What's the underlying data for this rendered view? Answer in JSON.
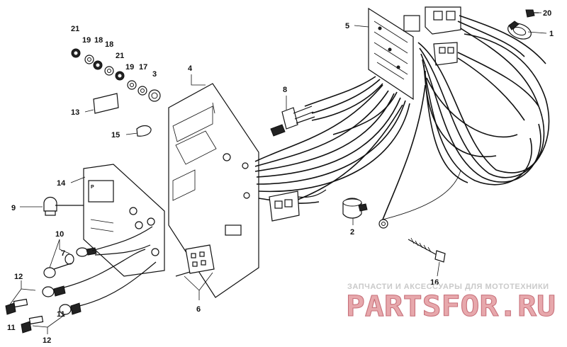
{
  "callouts": {
    "c1": "1",
    "c2": "2",
    "c3": "3",
    "c4": "4",
    "c5": "5",
    "c6": "6",
    "c7": "7",
    "c8": "8",
    "c9": "9",
    "c10": "10",
    "c11a": "11",
    "c11b": "11",
    "c12a": "12",
    "c12b": "12",
    "c13": "13",
    "c14": "14",
    "c15": "15",
    "c16": "16",
    "c17": "17",
    "c18a": "18",
    "c18b": "18",
    "c19a": "19",
    "c19b": "19",
    "c20": "20",
    "c21a": "21",
    "c21b": "21"
  },
  "watermark": {
    "tagline": "ЗАПЧАСТИ И АКСЕССУАРЫ ДЛЯ МОТОТЕХНИКИ",
    "logo": "PARTSFOR.RU"
  }
}
